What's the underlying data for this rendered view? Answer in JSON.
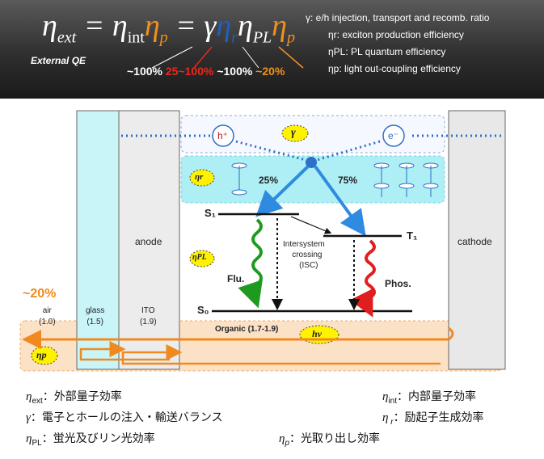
{
  "header": {
    "equation": {
      "eta": "η",
      "ext": "ext",
      "int": "int",
      "p": "p",
      "r": "r",
      "pl": "PL",
      "gamma": "γ",
      "equals": "="
    },
    "external_qe": "External QE",
    "percentages": {
      "gamma": "~100%",
      "eta_r": "25~100%",
      "eta_pl": "~100%",
      "eta_p": "~20%"
    },
    "legend": {
      "gamma": "γ: e/h injection, transport and recomb. ratio",
      "eta_r": "ηr: exciton production efficiency",
      "eta_pl": "ηPL: PL quantum efficiency",
      "eta_p": "ηp: light out-coupling efficiency"
    }
  },
  "diagram": {
    "h_plus": "h⁺",
    "e_minus": "e⁻",
    "gamma_badge": "γ",
    "eta_r_badge": "ηr",
    "eta_pl_badge": "ηPL",
    "eta_p_badge": "ηp",
    "pct_singlet": "25%",
    "pct_triplet": "75%",
    "s1": "S₁",
    "t1": "T₁",
    "s0": "S₀",
    "isc": [
      "Intersystem",
      "crossing",
      "(ISC)"
    ],
    "flu": "Flu.",
    "phos": "Phos.",
    "anode": "anode",
    "cathode": "cathode",
    "outcoupling": "~20%",
    "air": "air",
    "air_n": "(1.0)",
    "glass": "glass",
    "glass_n": "(1.5)",
    "ito": "ITO",
    "ito_n": "(1.9)",
    "organic": "Organic (1.7-1.9)",
    "hv": "hv",
    "colors": {
      "blue_arrow": "#2e8be0",
      "cyan_band": "#aeeef5",
      "orange_band": "#fbe2c7",
      "green_wave": "#1e9b1e",
      "red_wave": "#e01e1e",
      "orange_arrow": "#f08a1e",
      "yellow_badge": "#fff200"
    }
  },
  "captions": {
    "eta_ext": "：外部量子効率",
    "eta_int": "：内部量子効率",
    "gamma": "：電子とホールの注入・輸送バランス",
    "eta_r": "：励起子生成効率",
    "eta_pl": "：蛍光及びリン光効率",
    "eta_p": "：光取り出し効率"
  }
}
